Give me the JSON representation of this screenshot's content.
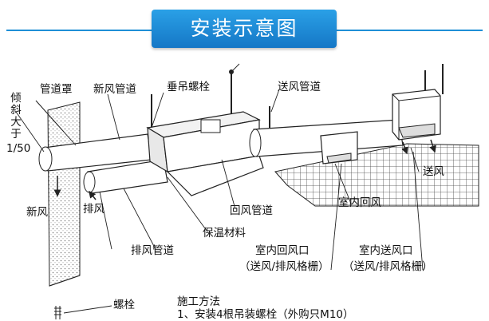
{
  "header": {
    "title": "安装示意图"
  },
  "labels": {
    "duct_hood": "管道罩",
    "fresh_air_duct": "新风管道",
    "hanger_bolt": "垂吊螺栓",
    "supply_duct": "送风管道",
    "slope_vertical": "倾斜大于",
    "slope_ratio": "1/50",
    "fresh_air": "新风",
    "exhaust_air": "排风",
    "return_duct": "回风管道",
    "insulation": "保温材料",
    "exhaust_duct": "排风管道",
    "indoor_return": "室内回风",
    "supply_air": "送风",
    "indoor_return_port": "室内回风口",
    "return_grille": "（送风/排风格栅）",
    "indoor_supply_port": "室内送风口",
    "supply_grille": "（送风/排风格栅）",
    "bolt": "螺栓"
  },
  "method": {
    "title": "施工方法",
    "step1": "1、安装4根吊装螺栓（外购只M10）"
  },
  "colors": {
    "banner": "#1f8fd6",
    "line": "#222222"
  }
}
